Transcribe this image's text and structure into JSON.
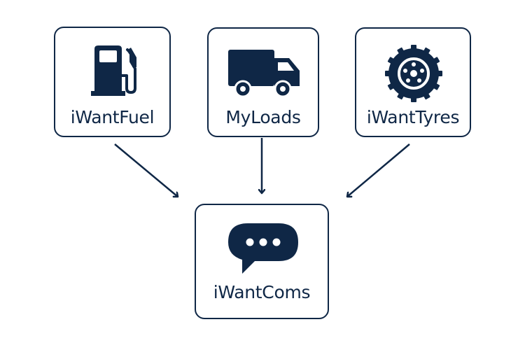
{
  "diagram": {
    "colors": {
      "stroke": "#0f2746",
      "background": "#ffffff"
    },
    "sources": [
      {
        "id": "fuel",
        "label": "iWantFuel",
        "icon": "fuel-pump-icon"
      },
      {
        "id": "loads",
        "label": "MyLoads",
        "icon": "truck-icon"
      },
      {
        "id": "tyres",
        "label": "iWantTyres",
        "icon": "tyre-icon"
      }
    ],
    "target": {
      "id": "coms",
      "label": "iWantComs",
      "icon": "chat-bubble-icon"
    },
    "edges": [
      {
        "from": "fuel",
        "to": "coms"
      },
      {
        "from": "loads",
        "to": "coms"
      },
      {
        "from": "tyres",
        "to": "coms"
      }
    ]
  }
}
